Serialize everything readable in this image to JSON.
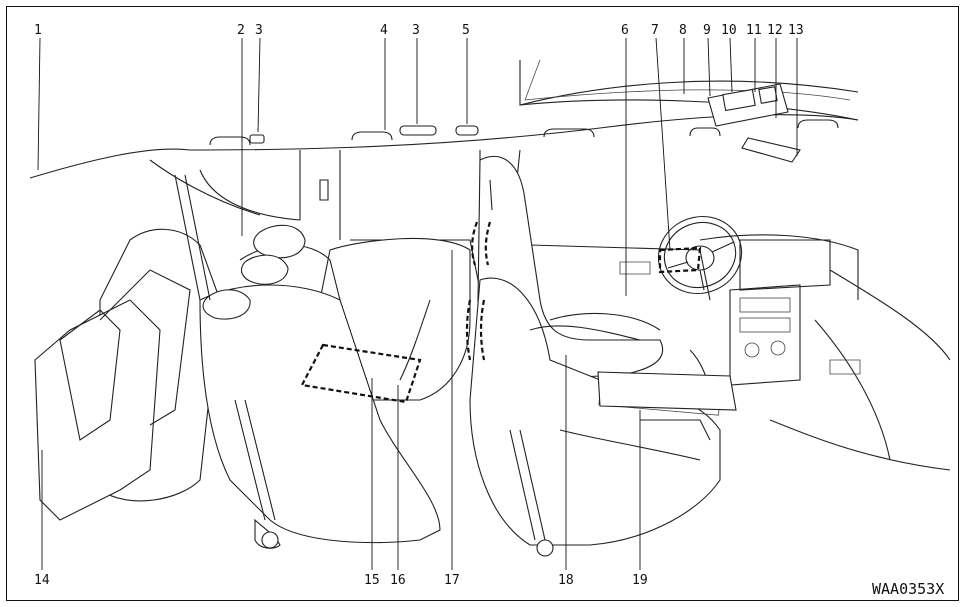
{
  "callouts": [
    {
      "id": "1",
      "text": "1"
    },
    {
      "id": "2",
      "text": "2"
    },
    {
      "id": "3a",
      "text": "3"
    },
    {
      "id": "4",
      "text": "4"
    },
    {
      "id": "3b",
      "text": "3"
    },
    {
      "id": "5",
      "text": "5"
    },
    {
      "id": "6",
      "text": "6"
    },
    {
      "id": "7",
      "text": "7"
    },
    {
      "id": "8",
      "text": "8"
    },
    {
      "id": "9",
      "text": "9"
    },
    {
      "id": "10",
      "text": "10"
    },
    {
      "id": "11",
      "text": "11"
    },
    {
      "id": "12",
      "text": "12"
    },
    {
      "id": "13",
      "text": "13"
    },
    {
      "id": "14",
      "text": "14"
    },
    {
      "id": "15",
      "text": "15"
    },
    {
      "id": "16",
      "text": "16"
    },
    {
      "id": "17",
      "text": "17"
    },
    {
      "id": "18",
      "text": "18"
    },
    {
      "id": "19",
      "text": "19"
    }
  ],
  "figure_code": "WAA0353X"
}
